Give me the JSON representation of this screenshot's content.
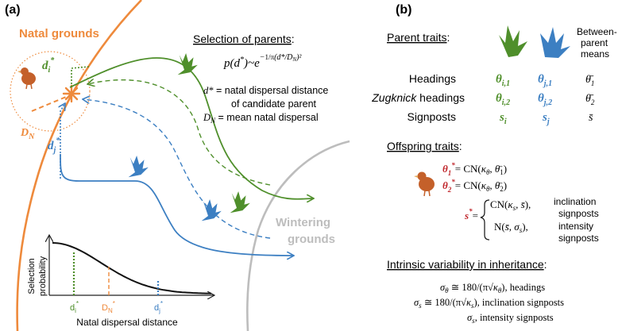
{
  "panel_a": {
    "tag": "(a)",
    "natal_grounds": "Natal grounds",
    "wintering_line1": "Wintering",
    "wintering_line2": "grounds",
    "selection_title": "Selection of parents",
    "selection_colon": ":",
    "formula_lhs": "p(d*)~e",
    "formula_exp": "−(1/π)(d*/D_N)²",
    "d_star_def_1": "d* = natal dispersal distance",
    "d_star_def_2": "of candidate parent",
    "dn_def": "D_N = mean natal dispersal",
    "d_i": "d*i",
    "d_j": "d*j",
    "D_N": "D_N",
    "inset": {
      "ylabel_1": "Selection",
      "ylabel_2": "probability",
      "xlabel": "Natal dispersal distance",
      "tick_di": "d*i",
      "tick_DN": "D*N",
      "tick_dj": "d*j"
    },
    "colors": {
      "natal": "#ee8a3c",
      "parent_i": "#4f8f2b",
      "parent_j": "#3c7fc2",
      "wintering": "#bdbdbd",
      "star": "#ee8a3c"
    }
  },
  "panel_b": {
    "tag": "(b)",
    "parent_traits_title": "Parent traits",
    "colon": ":",
    "between_1": "Between-",
    "between_2": "parent",
    "between_3": "means",
    "rows": [
      {
        "label": "Headings",
        "italic": false,
        "i": "θi,1",
        "j": "θj,1",
        "mean": "θ̄1"
      },
      {
        "label": "Zugknick headings",
        "italic_part": "Zugknick",
        "rest": " headings",
        "i": "θi,2",
        "j": "θj,2",
        "mean": "θ̄2"
      },
      {
        "label": "Signposts",
        "italic": false,
        "i": "si",
        "j": "sj",
        "mean": "s̄"
      }
    ],
    "offspring_title": "Offspring traits",
    "offspring": {
      "theta1": "θ*1 = CN(κθ, θ̄1)",
      "theta2": "θ*2 = CN(κθ, θ̄2)",
      "s_lhs": "s* =",
      "s_case1": "CN(κs, s̄),",
      "s_case1_note_1": "inclination",
      "s_case1_note_2": "signposts",
      "s_case2": "N(s̄, σs),",
      "s_case2_note_1": "intensity",
      "s_case2_note_2": "signposts"
    },
    "intrinsic_title": "Intrinsic variability in inheritance",
    "intrinsic": [
      "σθ ≅ 180/(π√κθ), headings",
      "σs ≅ 180/(π√κs), inclination signposts",
      "σs, intensity signposts"
    ]
  }
}
